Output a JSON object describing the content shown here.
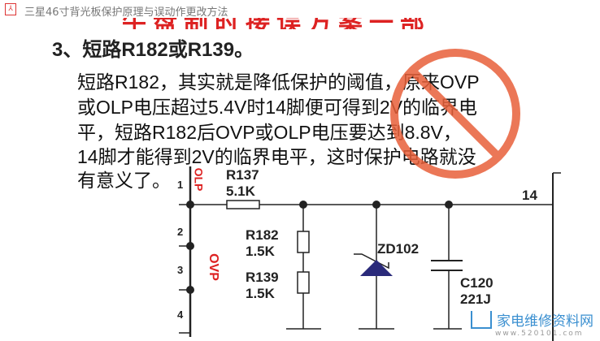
{
  "window": {
    "title": "三星46寸背光板保护原理与误动作更改方法",
    "icon": "pdf-icon"
  },
  "slide": {
    "banner": "牛盘制时接误方案一部",
    "heading": "3、短路R182或R139。",
    "paragraph": [
      "短路R182，其实就是降低保护的阈值，原来OVP",
      "或OLP电压超过5.4V时14脚便可得到2V的临界电",
      "平，短路R182后OVP或OLP电压要达到8.8V，",
      "14脚才能得到2V的临界电平，这时保护电路就没",
      "有意义了。"
    ]
  },
  "circuit": {
    "r137": {
      "name": "R137",
      "value": "5.1K"
    },
    "r182": {
      "name": "R182",
      "value": "1.5K"
    },
    "r139": {
      "name": "R139",
      "value": "1.5K"
    },
    "zener": {
      "name": "ZD102"
    },
    "cap": {
      "name": "C120",
      "value": "221J"
    },
    "pin14": "14",
    "pins": [
      "1",
      "2",
      "3",
      "4"
    ],
    "olp": "OLP",
    "ovp": "OVP"
  },
  "watermark": {
    "name": "家电维修资料网",
    "url": "www.520101.com"
  },
  "colors": {
    "red": "#dd2222",
    "prohibit": "#e8603a",
    "zener": "#2a2a7a"
  }
}
